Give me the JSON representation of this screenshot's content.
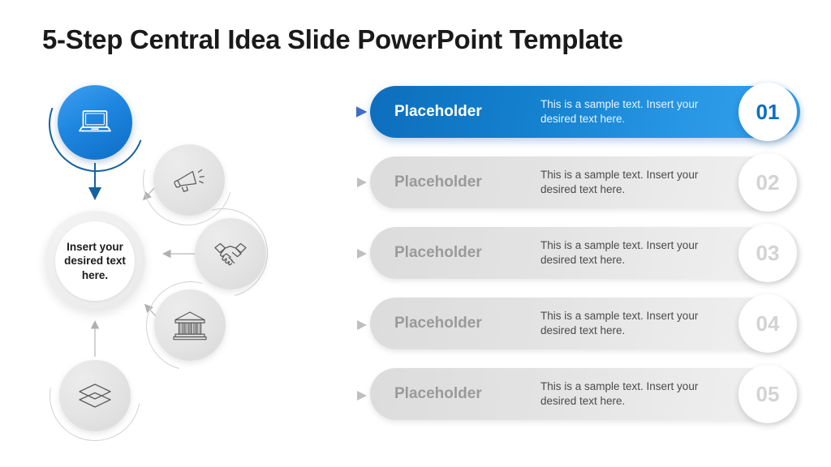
{
  "slide": {
    "title": "5-Step Central Idea Slide PowerPoint Template",
    "background": "#ffffff"
  },
  "diagram": {
    "center": {
      "text": "Insert your desired text here.",
      "name": "central-idea-circle"
    },
    "hero": {
      "icon": "laptop-icon",
      "color": "#1e85e0"
    },
    "nodes": [
      {
        "icon": "megaphone-icon",
        "color": "#e3e3e3"
      },
      {
        "icon": "handshake-icon",
        "color": "#e3e3e3"
      },
      {
        "icon": "bank-icon",
        "color": "#e3e3e3"
      },
      {
        "icon": "layers-icon",
        "color": "#e3e3e3"
      }
    ],
    "connectors": [
      {
        "name": "arrow-hero-to-row1",
        "direction": "right",
        "color": "#3f6fc4"
      },
      {
        "name": "arrow-hero-to-center",
        "direction": "down",
        "color": "#15619f"
      },
      {
        "name": "arrow-megaphone-to-row2",
        "direction": "right",
        "color": "#cfcfcf"
      },
      {
        "name": "arrow-megaphone-to-center",
        "direction": "down-left",
        "color": "#b8b8b8"
      },
      {
        "name": "arrow-handshake-to-row3",
        "direction": "right",
        "color": "#cfcfcf"
      },
      {
        "name": "arrow-handshake-to-center",
        "direction": "left",
        "color": "#b8b8b8"
      },
      {
        "name": "arrow-bank-to-row4",
        "direction": "right",
        "color": "#cfcfcf"
      },
      {
        "name": "arrow-bank-to-center",
        "direction": "up-left",
        "color": "#b8b8b8"
      },
      {
        "name": "arrow-layers-to-row5",
        "direction": "right",
        "color": "#cfcfcf"
      },
      {
        "name": "arrow-layers-to-center",
        "direction": "up",
        "color": "#b8b8b8"
      }
    ]
  },
  "rows": [
    {
      "label": "Placeholder",
      "description": "This is a sample text. Insert your desired text here.",
      "number": "01",
      "active": true,
      "accent": "#0d6ebd"
    },
    {
      "label": "Placeholder",
      "description": "This is a sample text. Insert your desired text here.",
      "number": "02",
      "active": false,
      "accent": "#e3e3e3"
    },
    {
      "label": "Placeholder",
      "description": "This is a sample text. Insert your desired text here.",
      "number": "03",
      "active": false,
      "accent": "#e3e3e3"
    },
    {
      "label": "Placeholder",
      "description": "This is a sample text. Insert your desired text here.",
      "number": "04",
      "active": false,
      "accent": "#e3e3e3"
    },
    {
      "label": "Placeholder",
      "description": "This is a sample text. Insert your desired text here.",
      "number": "05",
      "active": false,
      "accent": "#e3e3e3"
    }
  ]
}
